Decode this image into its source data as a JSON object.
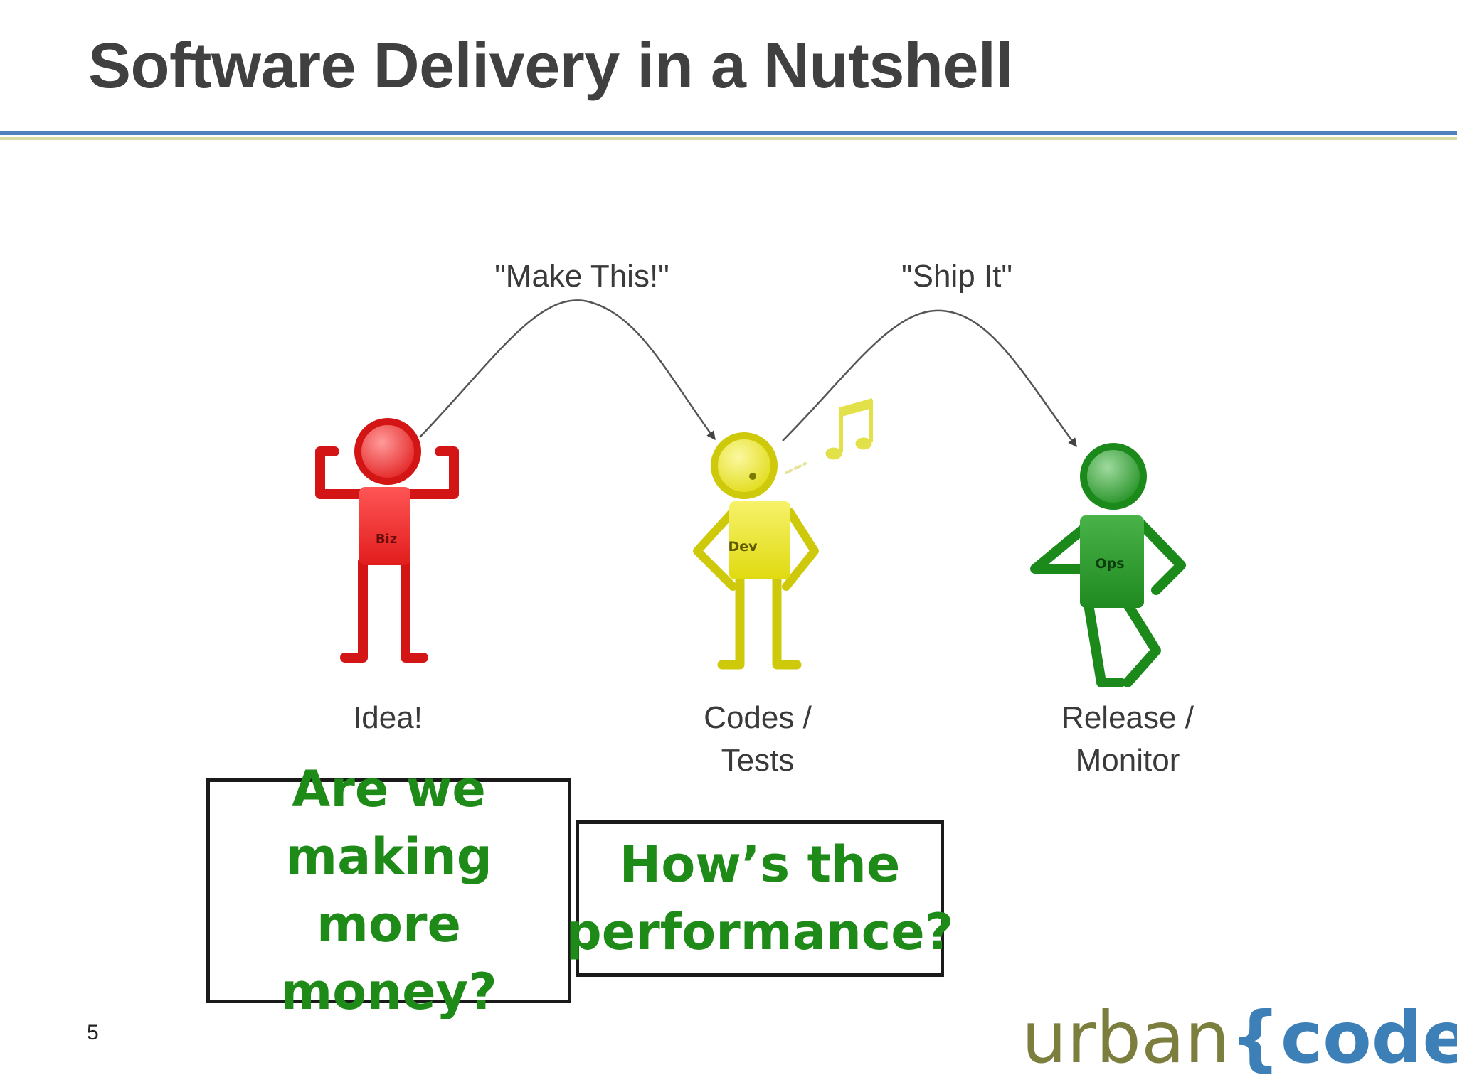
{
  "slide": {
    "title": "Software Delivery in a Nutshell",
    "page_number": "5"
  },
  "diagram": {
    "arrows": [
      {
        "label": "\"Make This!\""
      },
      {
        "label": "\"Ship It\""
      }
    ],
    "figures": [
      {
        "badge": "Biz",
        "color": "#e21d1d",
        "caption_line1": "Idea!",
        "caption_line2": ""
      },
      {
        "badge": "Dev",
        "color": "#e6e010",
        "caption_line1": "Codes /",
        "caption_line2": "Tests"
      },
      {
        "badge": "Ops",
        "color": "#1f8f1f",
        "caption_line1": "Release /",
        "caption_line2": "Monitor"
      }
    ],
    "music_note_icon": "music-note-icon"
  },
  "callouts": [
    {
      "line1": "Are we",
      "line2": "making more",
      "line3": "money?"
    },
    {
      "line1": "How’s the",
      "line2": "performance?"
    }
  ],
  "logo": {
    "part1": "urban",
    "part2": "{code}"
  },
  "colors": {
    "title": "#404040",
    "rule_blue": "#4f81bd",
    "rule_khaki": "#d7dba6",
    "callout_text": "#1e8a17"
  }
}
